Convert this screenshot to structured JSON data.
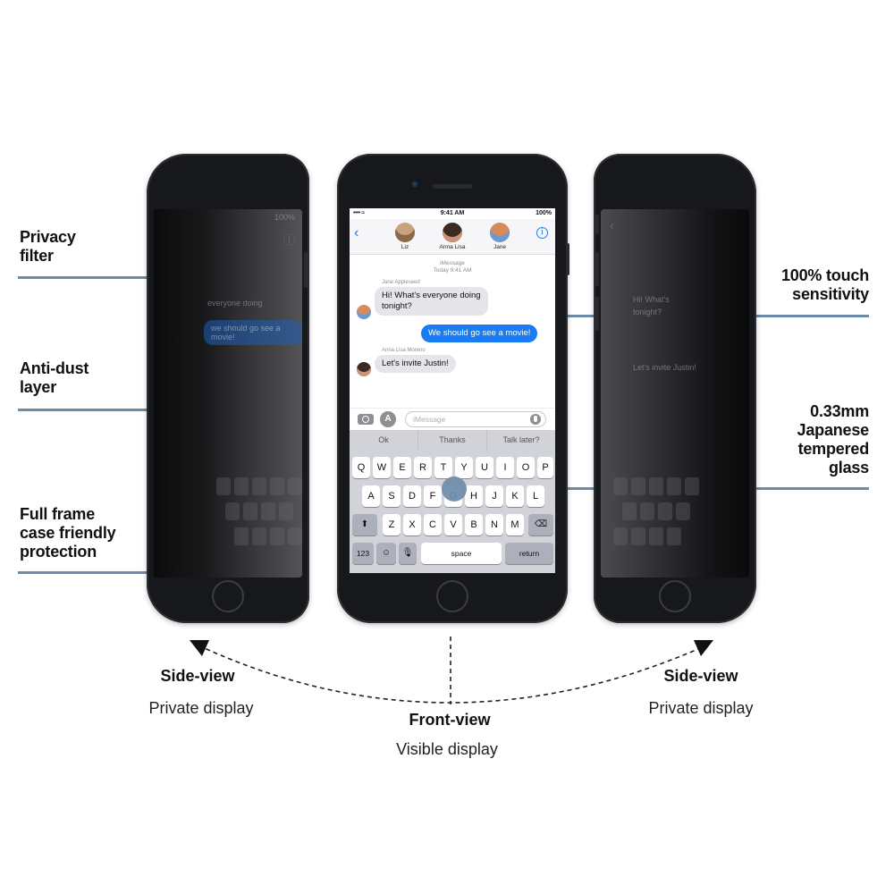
{
  "left_features": [
    {
      "lines": [
        "Privacy",
        "filter"
      ]
    },
    {
      "lines": [
        "Anti-dust",
        "layer"
      ]
    },
    {
      "lines": [
        "Full frame",
        "case friendly",
        "protection"
      ]
    }
  ],
  "right_features": [
    {
      "lines": [
        "100% touch",
        "sensitivity"
      ]
    },
    {
      "lines": [
        "0.33mm",
        "Japanese",
        "tempered",
        "glass"
      ]
    }
  ],
  "views": {
    "left": {
      "title": "Side-view",
      "subtitle": "Private display"
    },
    "center": {
      "title": "Front-view",
      "subtitle": "Visible display"
    },
    "right": {
      "title": "Side-view",
      "subtitle": "Private display"
    }
  },
  "phone_screen": {
    "status": {
      "time": "9:41 AM",
      "battery": "100%"
    },
    "contacts": [
      {
        "name": "Liz",
        "avatar_color": "#c9a27e"
      },
      {
        "name": "Anna Lisa",
        "avatar_color": "#3b2a22"
      },
      {
        "name": "Jane",
        "avatar_color": "#d98a5a"
      }
    ],
    "conversation_meta": {
      "service": "iMessage",
      "timestamp": "Today 9:41 AM"
    },
    "messages": [
      {
        "sender": "Jane Appleseed",
        "text_lines": [
          "Hi! What's everyone doing",
          "tonight?"
        ],
        "direction": "incoming"
      },
      {
        "sender": "",
        "text_lines": [
          "We should go see a movie!"
        ],
        "direction": "outgoing"
      },
      {
        "sender": "Anna Lisa Moreno",
        "text_lines": [
          "Let's invite Justin!"
        ],
        "direction": "incoming"
      }
    ],
    "compose_placeholder": "iMessage",
    "suggestions": [
      "Ok",
      "Thanks",
      "Talk later?"
    ],
    "keyboard": {
      "row1": [
        "Q",
        "W",
        "E",
        "R",
        "T",
        "Y",
        "U",
        "I",
        "O",
        "P"
      ],
      "row2": [
        "A",
        "S",
        "D",
        "F",
        "G",
        "H",
        "J",
        "K",
        "L"
      ],
      "row3": [
        "Z",
        "X",
        "C",
        "V",
        "B",
        "N",
        "M"
      ],
      "numbers_key": "123",
      "space_key": "space",
      "return_key": "return"
    }
  },
  "colors": {
    "accent_line": "#6d8ba8",
    "ios_blue": "#1a7cf5",
    "bubble_gray": "#e5e5ea"
  }
}
